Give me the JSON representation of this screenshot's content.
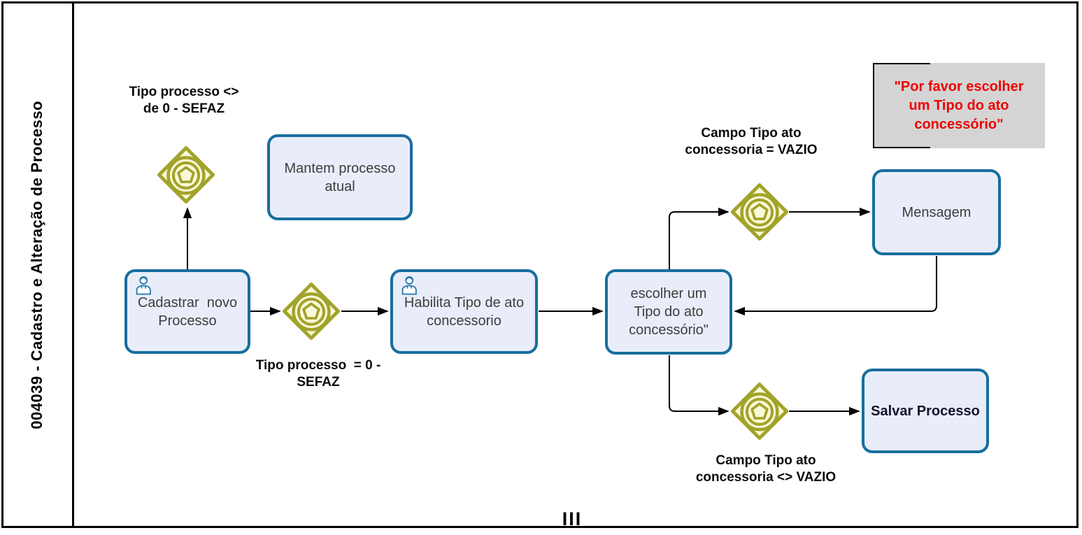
{
  "lane": {
    "title": "004039 - Cadastro e Alteração de Processo"
  },
  "tasks": {
    "cadastrar": {
      "label": "Cadastrar  novo\nProcesso",
      "type": "user-task"
    },
    "mantem": {
      "label": "Mantem processo\natual",
      "type": "task"
    },
    "habilita": {
      "label": "Habilita Tipo de ato\nconcessorio",
      "type": "user-task"
    },
    "escolher": {
      "label": "escolher um\nTipo do ato\nconcessório\"",
      "type": "task"
    },
    "mensagem": {
      "label": "Mensagem",
      "type": "task"
    },
    "salvar": {
      "label": "Salvar Processo",
      "type": "task"
    }
  },
  "flow_labels": {
    "tipo_diff": "Tipo processo <>\nde 0 - SEFAZ",
    "tipo_eq": "Tipo processo  = 0 -\nSEFAZ",
    "campo_vazio": "Campo Tipo ato\nconcessoria = VAZIO",
    "campo_nao_vazio": "Campo Tipo ato\nconcessoria <> VAZIO"
  },
  "annotation": {
    "text": "\"Por favor escolher\num Tipo do ato\nconcessório\""
  },
  "page_marker": "III",
  "icons": {
    "gateway_symbol": "event-based-gateway-icon (pentagon in double circle)",
    "task_badge": "user-icon"
  },
  "colors": {
    "task_border": "#176e9e",
    "task_fill": "#e9edfa",
    "gateway_stroke": "#a2a32b",
    "gateway_fill": "#f9f9d8",
    "annotation_fill": "#d4d4d4",
    "annotation_text": "#ee0000",
    "user_icon": "#2a7cb0",
    "line": "#000000"
  }
}
